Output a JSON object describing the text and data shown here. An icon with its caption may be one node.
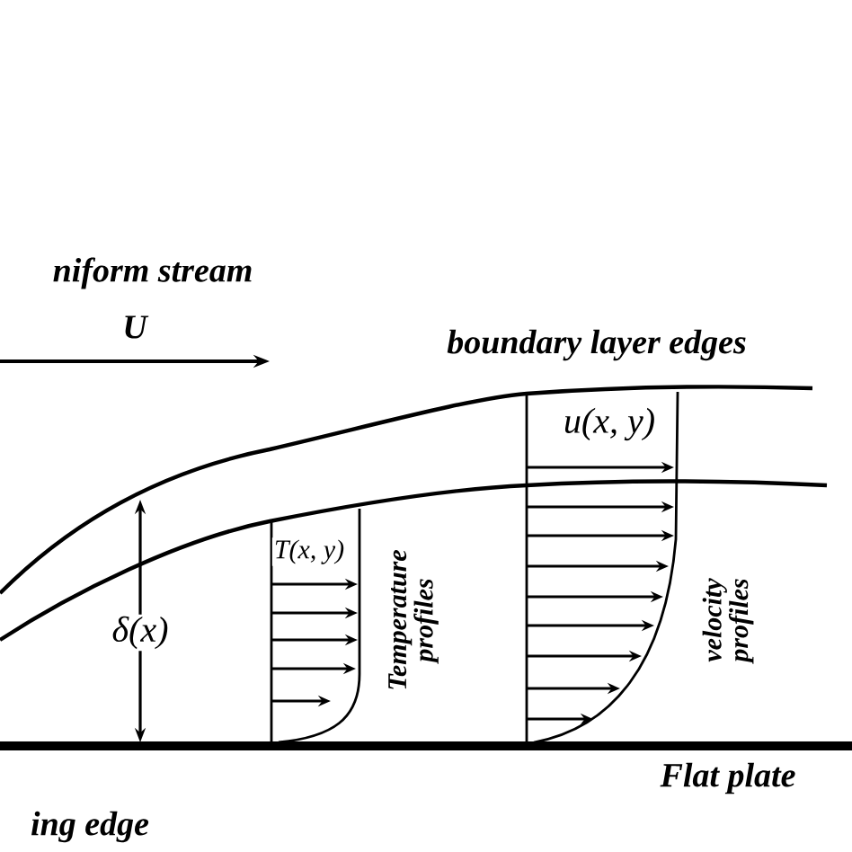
{
  "diagram": {
    "labels": [
      "niform stream",
      "U",
      "boundary layer edges",
      "u(x, y)",
      "T(x, y)",
      "Temperature profiles",
      "δ(x)",
      "velocity profiles",
      "Flat plate",
      "ing edge"
    ]
  }
}
